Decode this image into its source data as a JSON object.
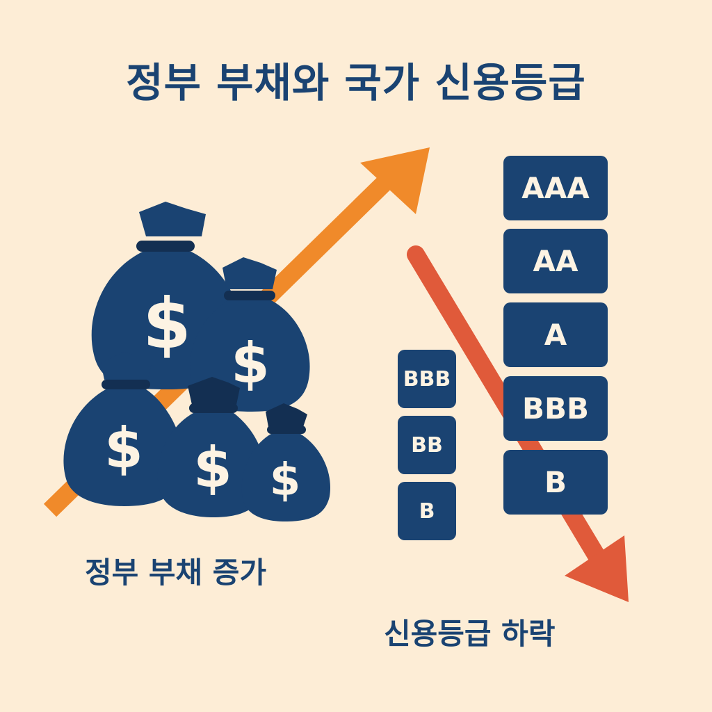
{
  "title": "정부 부채와 국가 신용등급",
  "caption_debt": "정부 부채 증가",
  "caption_rating_down": "신용등급 하락",
  "colors": {
    "background": "#fdedd6",
    "navy": "#1a4372",
    "orange_arrow": "#f08a2a",
    "red_arrow": "#e05a3a",
    "cream_text": "#fdf3e3"
  },
  "icons": [
    "money-bag-icon",
    "dollar-sign-icon",
    "arrow-up-icon",
    "arrow-down-icon"
  ],
  "dollar_symbol": "$",
  "rating_stack_large": [
    "AAA",
    "AA",
    "A",
    "BBB",
    "B"
  ],
  "rating_stack_small": [
    "BBB",
    "BB",
    "B"
  ]
}
